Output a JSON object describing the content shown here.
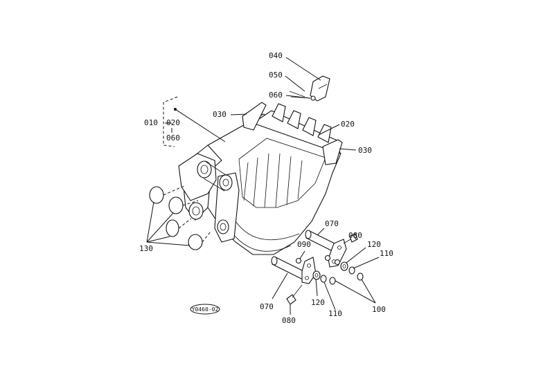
{
  "diagram": {
    "callouts": {
      "c040": "040",
      "c050": "050",
      "c060": "060",
      "c030_top": "030",
      "c020": "020",
      "c030_right": "030",
      "assy_010": "010",
      "assy_020": "020",
      "assy_060": "060",
      "c070_upper": "070",
      "c080_upper": "080",
      "c090": "090",
      "c120_upper": "120",
      "c110_upper": "110",
      "c130": "130",
      "c070_lower": "070",
      "c120_lower": "120",
      "c110_lower": "110",
      "c100": "100",
      "c080_lower": "080"
    },
    "reference_code": "Y0460-02"
  }
}
